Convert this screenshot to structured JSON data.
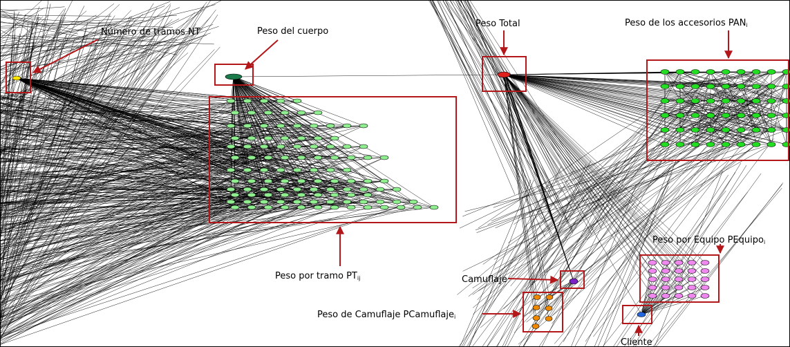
{
  "labels": {
    "nt": "Número de tramos NT",
    "cuerpo": "Peso del cuerpo",
    "total": "Peso Total",
    "accesorios": "Peso de los accesorios PAN",
    "accesorios_sub": "i",
    "tramo": "Peso por tramo PT",
    "tramo_sub": "ij",
    "camuflaje": "Camuflaje",
    "pcamuflaje": "Peso de Camuflaje PCamuflaje",
    "pcamuflaje_sub": "i",
    "equipo": "Peso por Equipo PEquipo",
    "equipo_sub": "i",
    "cliente": "Cliente"
  },
  "colors": {
    "highlight_box": "#b3171a",
    "edge": "#000000",
    "nt_node": "#ffe400",
    "cuerpo_node": "#1a7a4a",
    "total_node": "#e0201c",
    "tramo_node": "#90ee90",
    "accesorio_node": "#22dd22",
    "camuflaje_node": "#7a22c4",
    "pcamuflaje_node": "#ee8800",
    "equipo_node": "#ee88ee",
    "cliente_node": "#2266dd"
  }
}
